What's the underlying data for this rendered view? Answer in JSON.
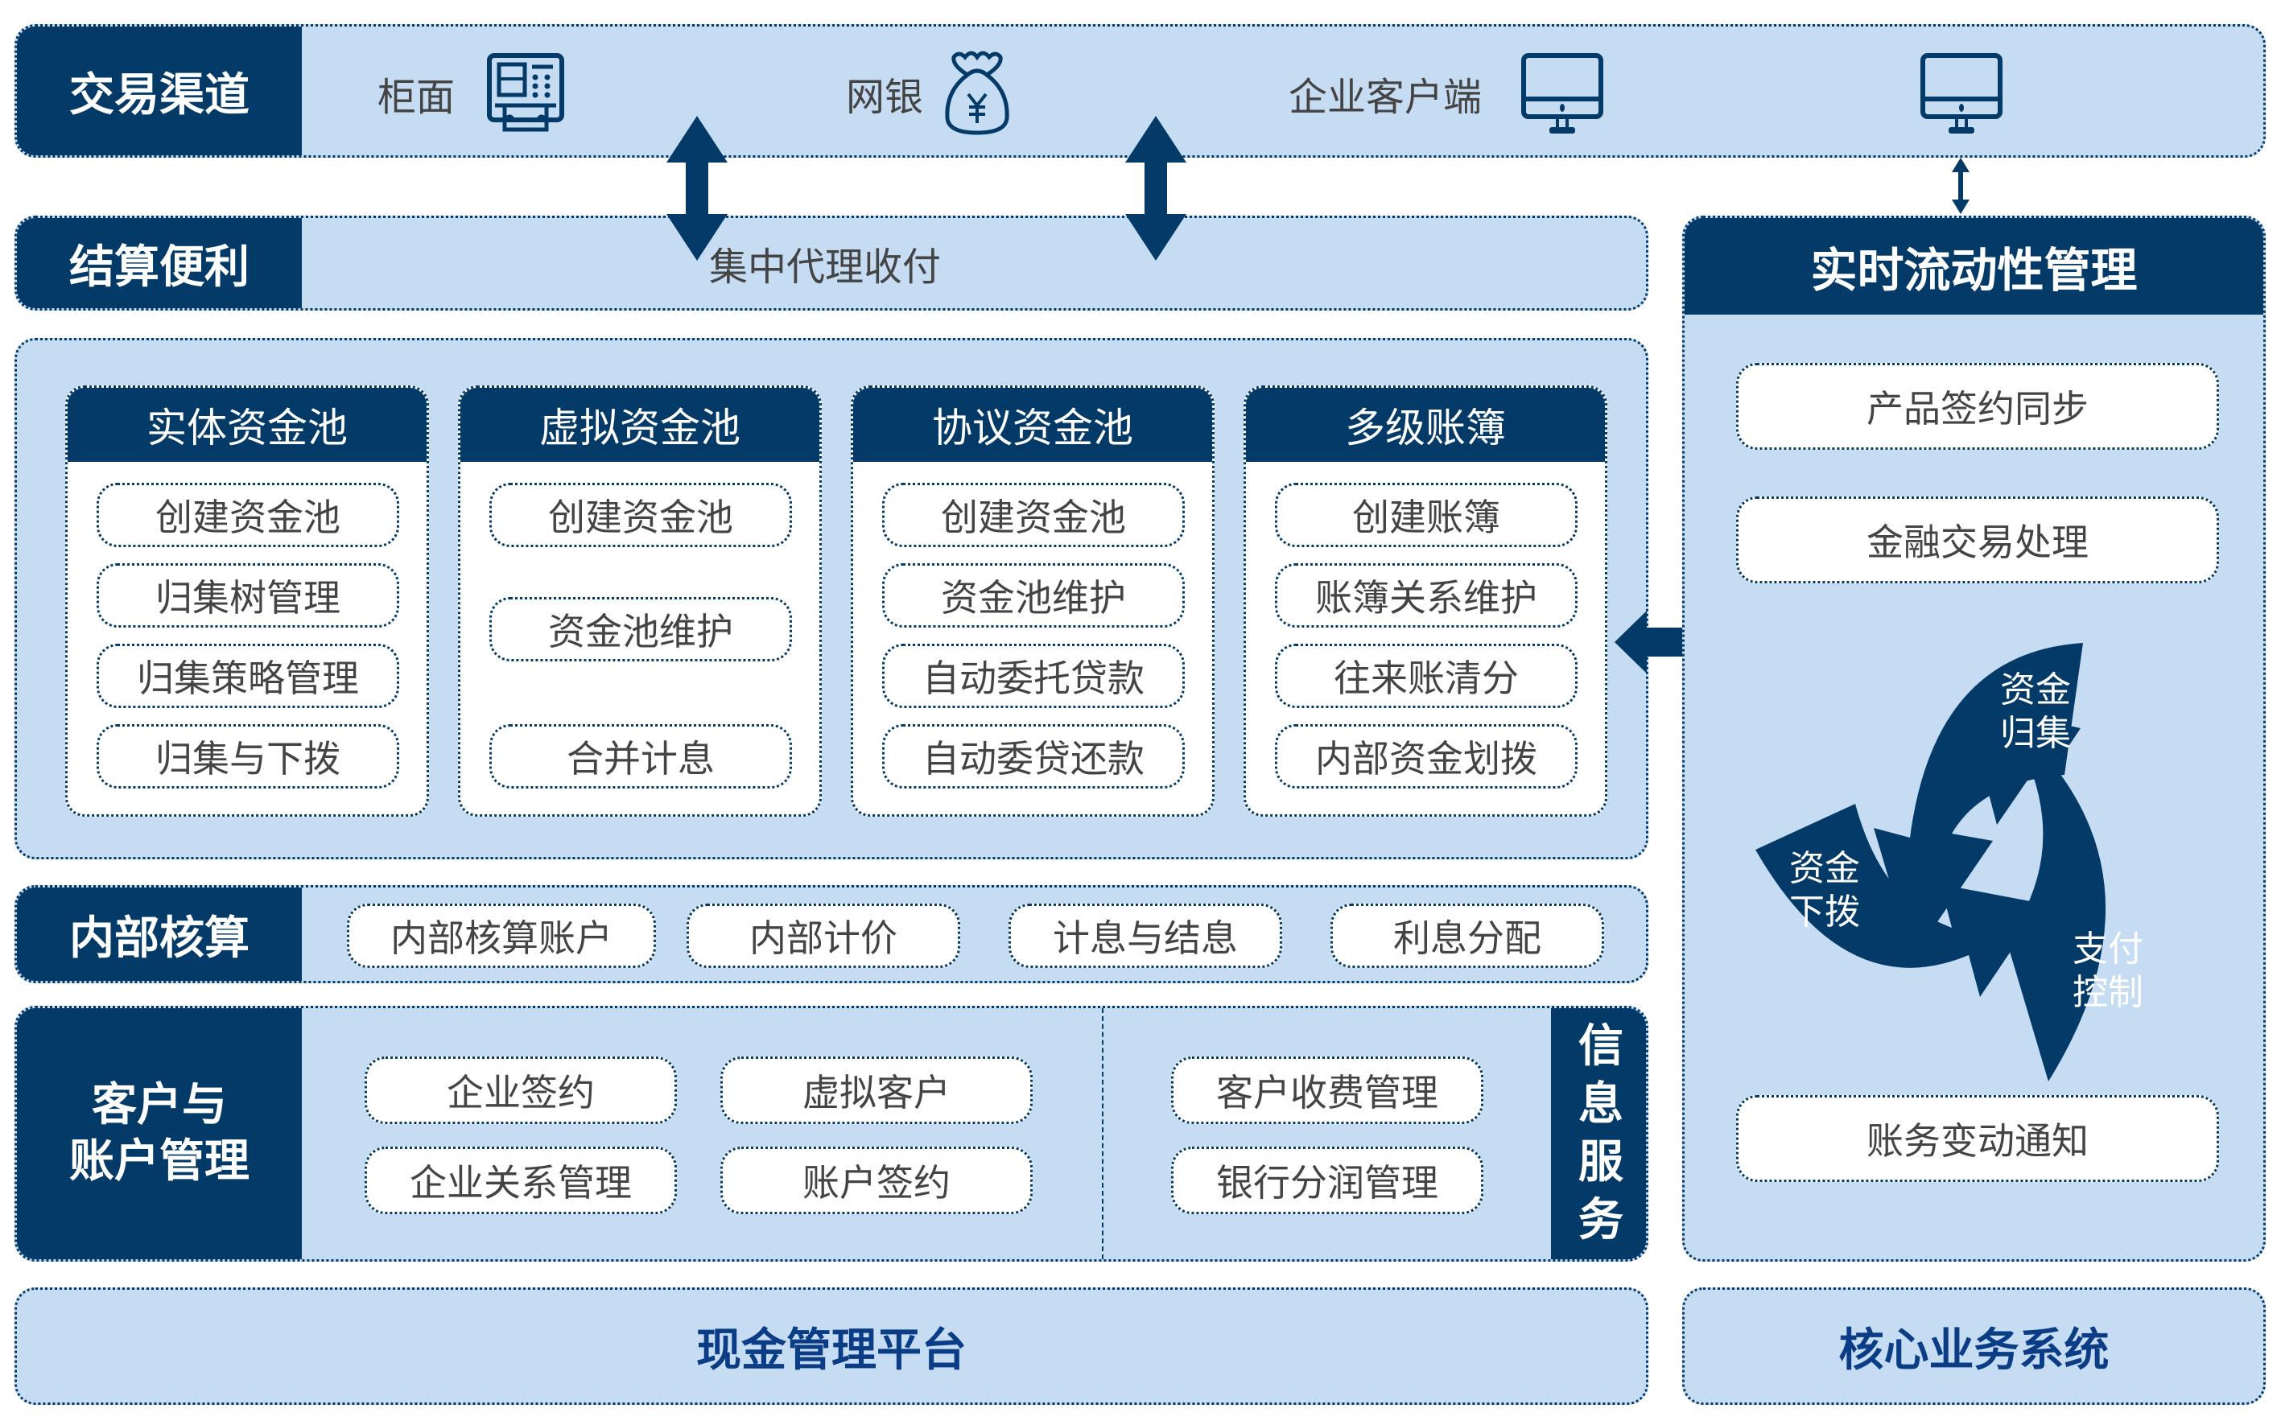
{
  "colors": {
    "dark": "#033a67",
    "panel": "#c6dcf3",
    "text": "#444444",
    "footer_text": "#0a3d85"
  },
  "channels": {
    "label": "交易渠道",
    "items": [
      {
        "label": "柜面",
        "icon": "counter-terminal-icon"
      },
      {
        "label": "网银",
        "icon": "money-bag-yuan-icon"
      },
      {
        "label": "企业客户端",
        "icon": "monitor-icon"
      },
      {
        "label": "",
        "icon": "monitor-icon"
      }
    ]
  },
  "settlement": {
    "label": "结算便利",
    "content": "集中代理收付"
  },
  "pools": [
    {
      "title": "实体资金池",
      "items": [
        "创建资金池",
        "归集树管理",
        "归集策略管理",
        "归集与下拨"
      ]
    },
    {
      "title": "虚拟资金池",
      "items": [
        "创建资金池",
        "资金池维护",
        "合并计息"
      ]
    },
    {
      "title": "协议资金池",
      "items": [
        "创建资金池",
        "资金池维护",
        "自动委托贷款",
        "自动委贷还款"
      ]
    },
    {
      "title": "多级账簿",
      "items": [
        "创建账簿",
        "账簿关系维护",
        "往来账清分",
        "内部资金划拨"
      ]
    }
  ],
  "internal_accounting": {
    "label": "内部核算",
    "items": [
      "内部核算账户",
      "内部计价",
      "计息与结息",
      "利息分配"
    ]
  },
  "customer_account": {
    "label_line1": "客户与",
    "label_line2": "账户管理",
    "items": [
      "企业签约",
      "虚拟客户",
      "企业关系管理",
      "账户签约"
    ],
    "info_items": [
      "客户收费管理",
      "银行分润管理"
    ],
    "info_label": [
      "信",
      "息",
      "服",
      "务"
    ]
  },
  "liquidity": {
    "title": "实时流动性管理",
    "items": [
      "产品签约同步",
      "金融交易处理",
      "账务变动通知"
    ],
    "cycle": [
      {
        "line1": "资金",
        "line2": "归集"
      },
      {
        "line1": "资金",
        "line2": "下拨"
      },
      {
        "line1": "支付",
        "line2": "控制"
      }
    ]
  },
  "footer": {
    "left": "现金管理平台",
    "right": "核心业务系统"
  }
}
